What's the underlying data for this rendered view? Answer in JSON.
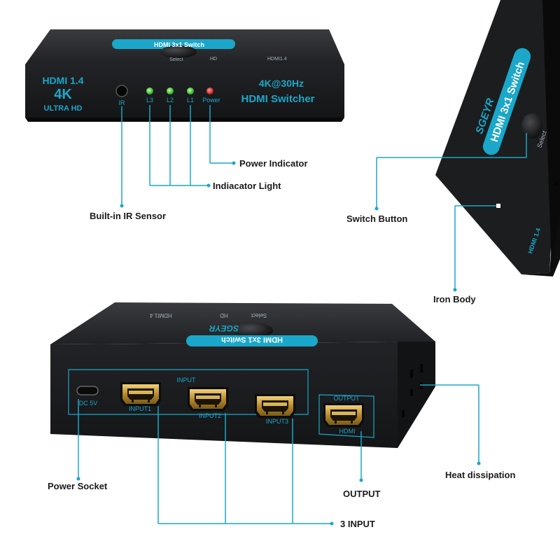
{
  "device": {
    "brand": "SGEYR",
    "model": "HDMI 3x1 Switch",
    "front_left_line1": "HDMI 1.4",
    "front_left_line2": "4K",
    "front_left_line3": "ULTRA HD",
    "front_right_line1": "4K@30Hz",
    "front_right_line2": "HDMI Switcher",
    "ir_label": "IR",
    "led_labels": [
      "L3",
      "L2",
      "L1"
    ],
    "power_label": "Power",
    "select_label": "Select",
    "hd_mark": "HD",
    "top_edge_text": "HDMI1.4",
    "side_text": "HDMI 1.4",
    "input_group_label": "INPUT",
    "input_labels": [
      "INPUT1",
      "INPUT2",
      "INPUT3"
    ],
    "output_label": "OUTPUT",
    "output_port_label": "HDMI",
    "dc_label": "DC 5V"
  },
  "callouts": {
    "power_indicator": "Power Indicator",
    "indicator_light": "Indiacator Light",
    "ir_sensor": "Built-in IR Sensor",
    "switch_button": "Switch Button",
    "iron_body": "Iron Body",
    "power_socket": "Power Socket",
    "output": "OUTPUT",
    "heat_dissipation": "Heat dissipation",
    "inputs": "3 INPUT"
  },
  "colors": {
    "accent": "#1aa7c9",
    "led_green": "#3ad23a",
    "led_red": "#e02020",
    "body": "#1b1c1e",
    "port_gold": "#c9a24a"
  }
}
